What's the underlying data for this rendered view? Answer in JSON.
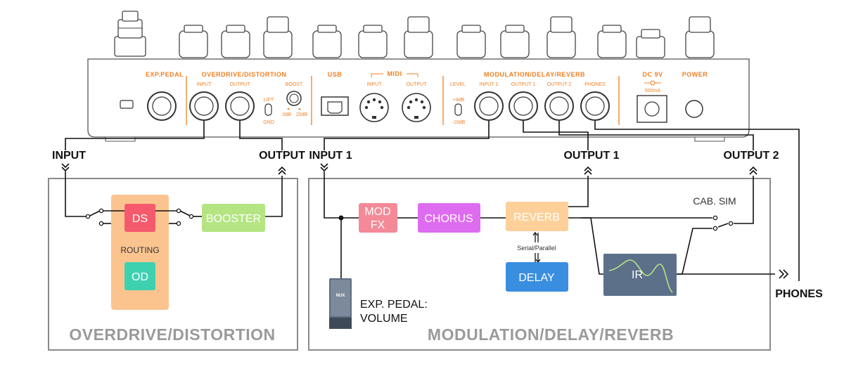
{
  "panel": {
    "exp_pedal": "EXP.PEDAL",
    "od_section": "OVERDRIVE/DISTORTION",
    "od_input": "INPUT",
    "od_output": "OUTPUT",
    "lift": "LIFT",
    "gnd": "GND",
    "boost": "BOOST",
    "boost_0db": "0dB",
    "boost_20db": "20dB",
    "usb": "USB",
    "midi": "MIDI",
    "midi_input": "INPUT",
    "midi_output": "OUTPUT",
    "level": "LEVEL",
    "level_plus": "+4dB",
    "level_minus": "-10dB",
    "mod_section": "MODULATION/DELAY/REVERB",
    "mod_input1": "INPUT 1",
    "mod_output1": "OUTPUT 1",
    "mod_output2": "OUTPUT 2",
    "phones": "PHONES",
    "dc": "DC 9V",
    "dc_ma": "500mA",
    "power": "POWER"
  },
  "routing": {
    "od_input": "INPUT",
    "od_output": "OUTPUT",
    "mod_input1": "INPUT 1",
    "mod_output1": "OUTPUT 1",
    "mod_output2": "OUTPUT 2",
    "cab_sim": "CAB. SIM",
    "phones": "PHONES"
  },
  "od_group": {
    "title": "OVERDRIVE/DISTORTION",
    "ds": "DS",
    "routing": "ROUTING",
    "od": "OD",
    "booster": "BOOSTER"
  },
  "mod_group": {
    "title": "MODULATION/DELAY/REVERB",
    "mod_fx_1": "MOD",
    "mod_fx_2": "FX",
    "chorus": "CHORUS",
    "reverb": "REVERB",
    "serial_parallel": "Serial/Parallel",
    "delay": "DELAY",
    "ir": "IR",
    "exp_pedal_1": "EXP. PEDAL:",
    "exp_pedal_2": "VOLUME",
    "pedal_logo": "NUX"
  },
  "colors": {
    "panel_orange": "#f07f22",
    "ds": "#f55a6c",
    "od": "#3ed1b0",
    "routing_box": "#fbc48f",
    "booster": "#b4e582",
    "mod_fx": "#f48a98",
    "chorus": "#de6cf0",
    "reverb": "#fdd09a",
    "delay": "#3a8ee0",
    "ir": "#5c708a"
  }
}
